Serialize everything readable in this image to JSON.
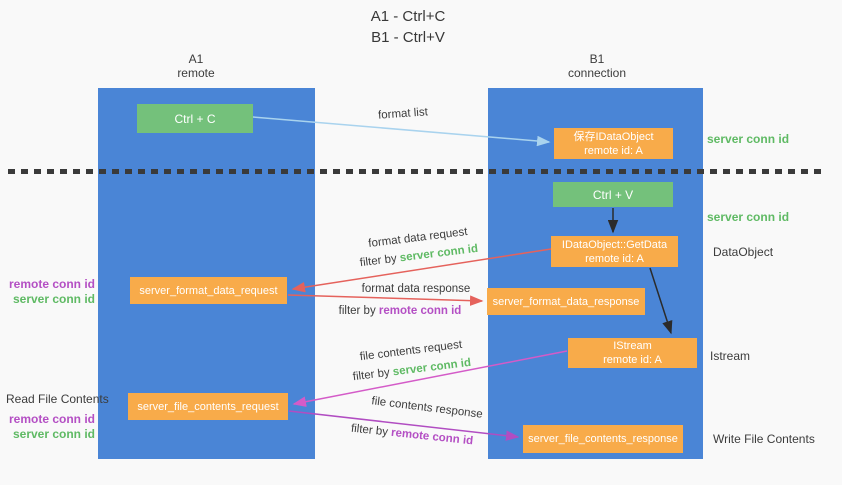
{
  "colors": {
    "lifeline_blue": "#4a85d6",
    "node_orange": "#f8ab4a",
    "node_green": "#74c17b",
    "server_conn_green": "#5fba64",
    "remote_conn_purple": "#b44fc4",
    "format_arrow_red": "#e5625c",
    "file_request_arrow_pink": "#d45bc8",
    "file_response_arrow_purple": "#b14dc2",
    "format_list_arrow_blue": "#a9d3ee",
    "plain_arrow_black": "#2b2b2b"
  },
  "title": {
    "line1": "A1 - Ctrl+C",
    "line2": "B1 - Ctrl+V"
  },
  "lifelines": {
    "left": {
      "title": "A1",
      "subtitle": "remote"
    },
    "right": {
      "title": "B1",
      "subtitle": "connection"
    }
  },
  "nodes": {
    "ctrl_c": {
      "label": "Ctrl + C"
    },
    "ctrl_v": {
      "label": "Ctrl + V"
    },
    "save_dataobject": {
      "line1": "保存IDataObject",
      "line2": "remote id: A"
    },
    "getdata": {
      "line1": "IDataObject::GetData",
      "line2": "remote id: A"
    },
    "istream": {
      "line1": "IStream",
      "line2": "remote id: A"
    },
    "format_request": {
      "label": "server_format_data_request"
    },
    "format_response": {
      "label": "server_format_data_response"
    },
    "file_request": {
      "label": "server_file_contents_request"
    },
    "file_response": {
      "label": "server_file_contents_response"
    }
  },
  "arrow_labels": {
    "format_list": "format list",
    "format_data_request": "format data request",
    "format_data_request_filter": {
      "prefix": "filter by ",
      "id": "server conn id"
    },
    "format_data_response": "format data response",
    "format_data_response_filter": {
      "prefix": "filter by ",
      "id": "remote conn id"
    },
    "file_contents_request": "file contents request",
    "file_contents_request_filter": {
      "prefix": "filter by ",
      "id": "server conn id"
    },
    "file_contents_response": "file contents response",
    "file_contents_response_filter": {
      "prefix": "filter by ",
      "id": "remote conn id"
    }
  },
  "side_labels": {
    "right_conn_top": "server conn id",
    "right_conn_mid": "server conn id",
    "dataobject": "DataObject",
    "istream": "Istream",
    "write_file_contents": "Write File Contents",
    "left_remote_conn_top": "remote conn id",
    "left_server_conn_top": "server conn id",
    "read_file_contents": "Read File Contents",
    "left_remote_conn_bottom": "remote conn id",
    "left_server_conn_bottom": "server conn id"
  }
}
